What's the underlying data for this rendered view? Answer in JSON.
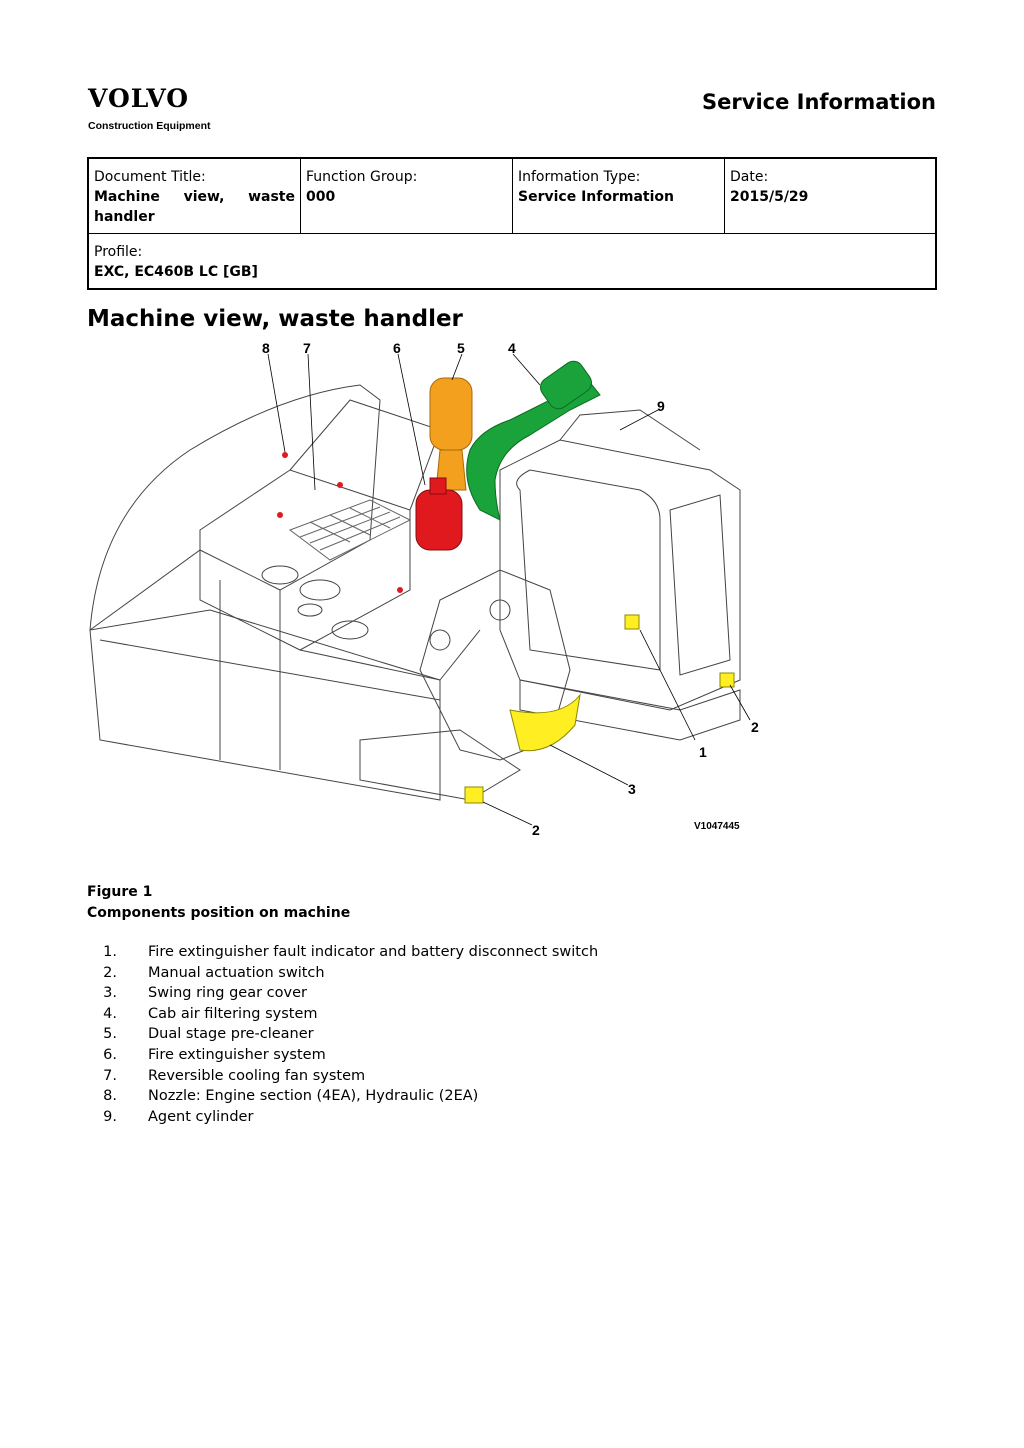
{
  "header": {
    "brand": "VOLVO",
    "brand_sub": "Construction Equipment",
    "doc_type": "Service Information"
  },
  "meta": {
    "doc_title_label": "Document Title:",
    "doc_title_value": "Machine view, waste handler",
    "function_group_label": "Function Group:",
    "function_group_value": "000",
    "info_type_label": "Information Type:",
    "info_type_value": "Service Information",
    "date_label": "Date:",
    "date_value": "2015/5/29",
    "profile_label": "Profile:",
    "profile_value": "EXC, EC460B LC [GB]"
  },
  "page_title": "Machine view, waste handler",
  "figure": {
    "callouts": [
      "8",
      "7",
      "6",
      "5",
      "4",
      "9",
      "2",
      "1",
      "3",
      "2"
    ],
    "image_id": "V1047445",
    "colors": {
      "green": "#1aa33a",
      "orange": "#f2a01e",
      "red": "#e0191f",
      "yellow": "#ffee22"
    }
  },
  "caption": {
    "figure_label": "Figure 1",
    "figure_title": "Components position on machine"
  },
  "legend": [
    {
      "num": "1.",
      "text": "Fire extinguisher fault indicator and battery disconnect switch"
    },
    {
      "num": "2.",
      "text": "Manual actuation switch"
    },
    {
      "num": "3.",
      "text": "Swing ring gear cover"
    },
    {
      "num": "4.",
      "text": "Cab air filtering system"
    },
    {
      "num": "5.",
      "text": "Dual stage pre-cleaner"
    },
    {
      "num": "6.",
      "text": "Fire extinguisher system"
    },
    {
      "num": "7.",
      "text": "Reversible cooling fan system"
    },
    {
      "num": "8.",
      "text": "Nozzle: Engine section (4EA), Hydraulic (2EA)"
    },
    {
      "num": "9.",
      "text": "Agent cylinder"
    }
  ]
}
